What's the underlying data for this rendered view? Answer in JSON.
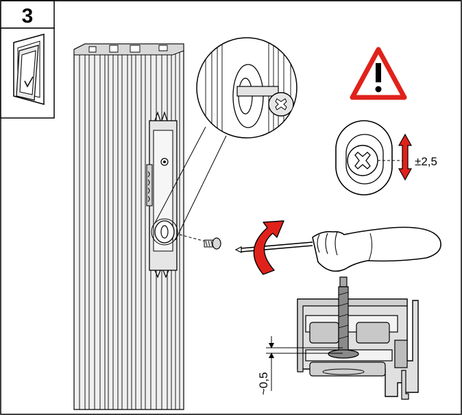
{
  "step": {
    "number": "3"
  },
  "adjustment": {
    "label": "±2,5"
  },
  "gap": {
    "label": "~0,5"
  },
  "colors": {
    "warning_red": "#e0221b",
    "arrow_red": "#e0221b",
    "line": "#000000",
    "gray_light": "#d4d4d4",
    "gray_mid": "#b0b0b0",
    "gray_dark": "#7a7a7a"
  },
  "icons": [
    "warning-triangle-icon",
    "window-tilt-icon",
    "rotate-arrow-icon",
    "screwdriver-icon",
    "screw-icon"
  ]
}
